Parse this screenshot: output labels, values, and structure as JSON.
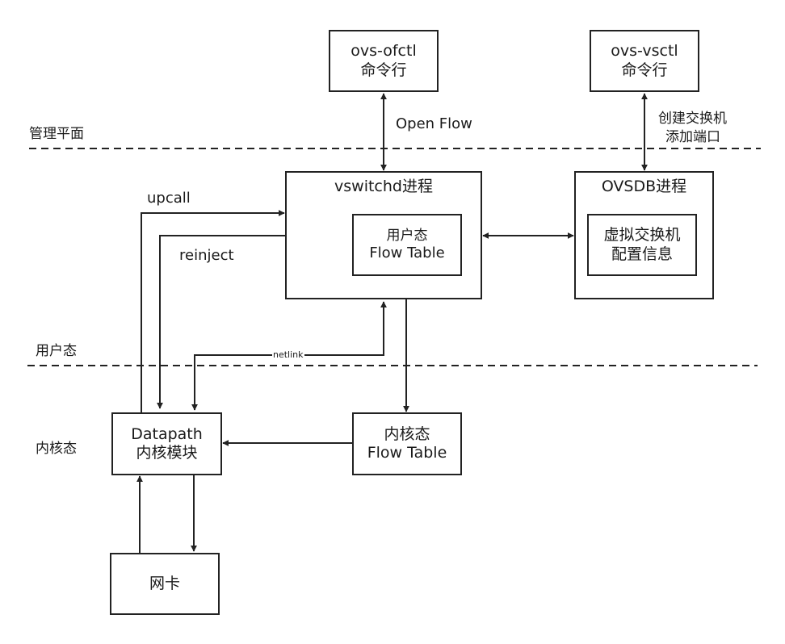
{
  "regions": {
    "management_plane": "管理平面",
    "user_space": "用户态",
    "kernel_space": "内核态"
  },
  "nodes": {
    "ovs_ofctl": {
      "line1": "ovs-ofctl",
      "line2": "命令行"
    },
    "ovs_vsctl": {
      "line1": "ovs-vsctl",
      "line2": "命令行"
    },
    "vswitchd": {
      "title": "vswitchd进程"
    },
    "user_flow_table": {
      "line1": "用户态",
      "line2": "Flow Table"
    },
    "ovsdb": {
      "title": "OVSDB进程"
    },
    "vswitch_config": {
      "line1": "虚拟交换机",
      "line2": "配置信息"
    },
    "datapath": {
      "line1": "Datapath",
      "line2": "内核模块"
    },
    "kernel_flow_table": {
      "line1": "内核态",
      "line2": "Flow Table"
    },
    "nic": {
      "label": "网卡"
    }
  },
  "edge_labels": {
    "openflow": "Open Flow",
    "vsctl_action_1": "创建交换机",
    "vsctl_action_2": "添加端口",
    "upcall": "upcall",
    "reinject": "reinject",
    "netlink": "netlink"
  },
  "colors": {
    "stroke": "#222222",
    "text": "#1a1a1a",
    "background": "#ffffff"
  }
}
